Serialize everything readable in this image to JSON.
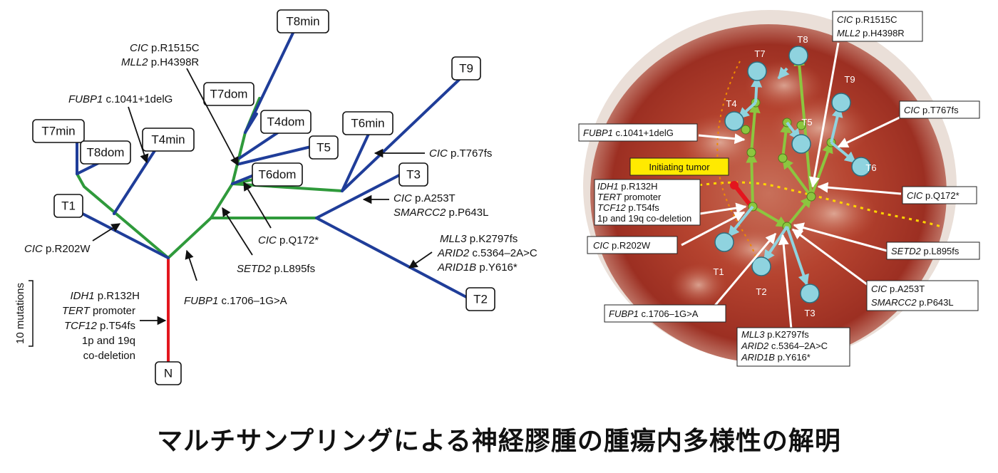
{
  "tree": {
    "nodes": [
      "T8min",
      "T7dom",
      "T4dom",
      "T5",
      "T6dom",
      "T6min",
      "T9",
      "T3",
      "T2",
      "T7min",
      "T8dom",
      "T4min",
      "T1",
      "N"
    ],
    "scale_label": "10 mutations",
    "annotations": {
      "cic_r1515c_gene": "CIC",
      "cic_r1515c_text": " p.R1515C",
      "mll2_gene": "MLL2",
      "mll2_text": " p.H4398R",
      "fubp1_1041_gene": "FUBP1",
      "fubp1_1041_text": " c.1041+1delG",
      "cic_t767_gene": "CIC",
      "cic_t767_text": " p.T767fs",
      "cic_a253_gene": "CIC",
      "cic_a253_text": " p.A253T",
      "smarcc2_gene": "SMARCC2",
      "smarcc2_text": " p.P643L",
      "mll3_gene": "MLL3",
      "mll3_text": " p.K2797fs",
      "arid2_gene": "ARID2",
      "arid2_text": " c.5364–2A>C",
      "arid1b_gene": "ARID1B",
      "arid1b_text": " p.Y616*",
      "cic_r202_gene": "CIC",
      "cic_r202_text": " p.R202W",
      "cic_q172_gene": "CIC",
      "cic_q172_text": " p.Q172*",
      "setd2_gene": "SETD2",
      "setd2_text": " p.L895fs",
      "fubp1_1706_gene": "FUBP1",
      "fubp1_1706_text": " c.1706–1G>A",
      "idh1_gene": "IDH1",
      "idh1_text": " p.R132H",
      "tert_gene": "TERT",
      "tert_text": " promoter",
      "tcf12_gene": "TCF12",
      "tcf12_text": " p.T54fs",
      "codel_line1": "1p and 19q",
      "codel_line2": "co-deletion"
    }
  },
  "photo": {
    "initiating_tumor": "Initiating tumor",
    "samples": [
      "T7",
      "T8",
      "T9",
      "T4",
      "T5",
      "T6",
      "T1",
      "T2",
      "T3"
    ],
    "labels": {
      "cic_r1515c_gene": "CIC",
      "cic_r1515c_text": " p.R1515C",
      "mll2_gene": "MLL2",
      "mll2_text": " p.H4398R",
      "fubp1_1041_gene": "FUBP1",
      "fubp1_1041_text": " c.1041+1delG",
      "cic_t767_gene": "CIC",
      "cic_t767_text": " p.T767fs",
      "cic_q172_gene": "CIC",
      "cic_q172_text": " p.Q172*",
      "idh1_gene": "IDH1",
      "idh1_text": " p.R132H",
      "tert_gene": "TERT",
      "tert_text": " promoter",
      "tcf12_gene": "TCF12",
      "tcf12_text": " p.T54fs",
      "codel": "1p and 19q co-deletion",
      "cic_r202_gene": "CIC",
      "cic_r202_text": " p.R202W",
      "setd2_gene": "SETD2",
      "setd2_text": " p.L895fs",
      "cic_a253_gene": "CIC",
      "cic_a253_text": " p.A253T",
      "smarcc2_gene": "SMARCC2",
      "smarcc2_text": " p.P643L",
      "fubp1_1706_gene": "FUBP1",
      "fubp1_1706_text": " c.1706–1G>A",
      "mll3_gene": "MLL3",
      "mll3_text": " p.K2797fs",
      "arid2_gene": "ARID2",
      "arid2_text": " c.5364–2A>C",
      "arid1b_gene": "ARID1B",
      "arid1b_text": " p.Y616*"
    }
  },
  "caption": "マルチサンプリングによる神経膠腫の腫瘍内多様性の解明",
  "colors": {
    "trunk": "#e3161e",
    "shared": "#2f9a3b",
    "private": "#1f3d99",
    "photo_green": "#8cc63f",
    "photo_blue": "#8fd3df",
    "highlight": "#ffea00"
  }
}
